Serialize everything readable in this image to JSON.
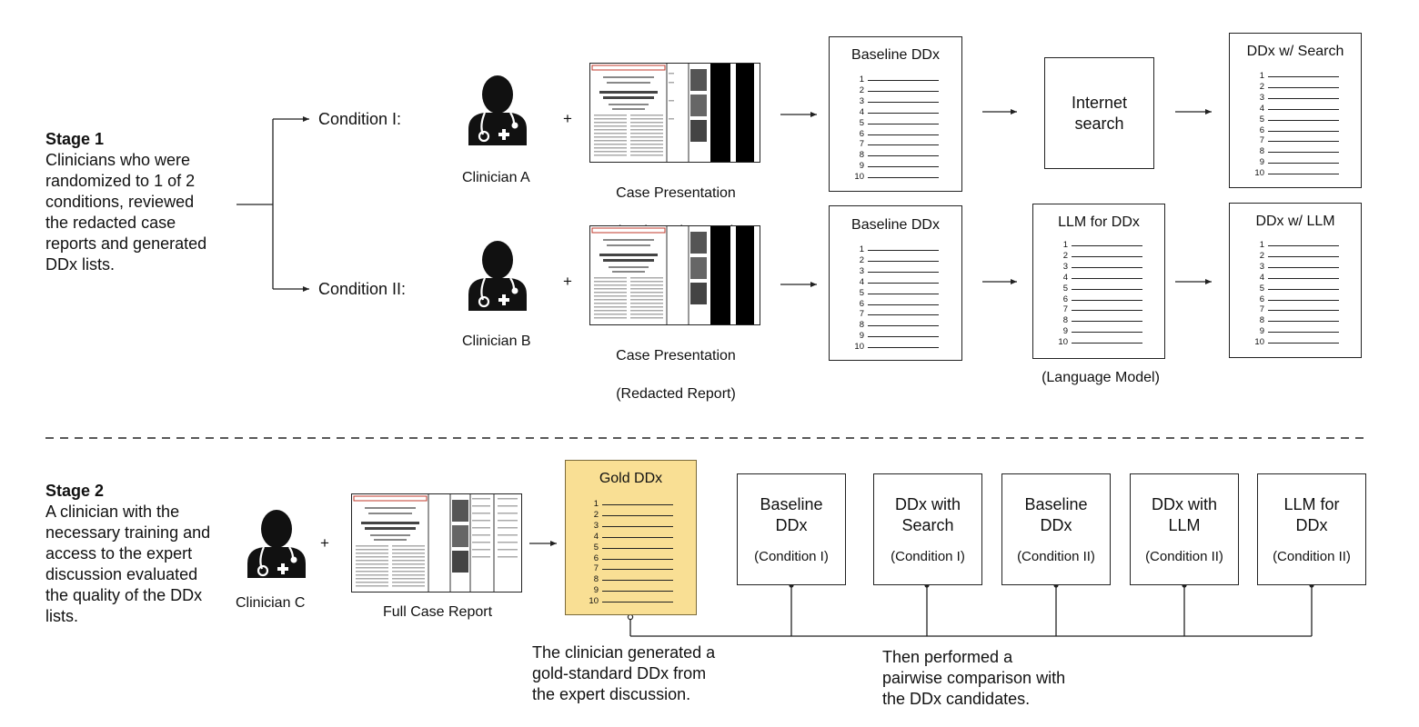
{
  "stage1": {
    "title": "Stage 1",
    "description": "Clinicians who were\nrandomized to 1 of 2\nconditions, reviewed\nthe redacted case\nreports and generated\nDDx lists.",
    "condition1": "Condition I:",
    "condition2": "Condition II:",
    "clinicianA": "Clinician A",
    "clinicianB": "Clinician B",
    "plus": "+",
    "case_label_line1": "Case Presentation",
    "case_label_line2": "(Redacted Report)",
    "baseline_ddx": "Baseline DDx",
    "internet_search": "Internet\nsearch",
    "ddx_w_search": "DDx w/ Search",
    "llm_for_ddx": "LLM for DDx",
    "language_model": "(Language Model)",
    "ddx_w_llm": "DDx w/ LLM",
    "numbers": [
      "1",
      "2",
      "3",
      "4",
      "5",
      "6",
      "7",
      "8",
      "9",
      "10"
    ]
  },
  "stage2": {
    "title": "Stage 2",
    "description": "A clinician with the\nnecessary training and\naccess to the expert\ndiscussion evaluated\nthe quality of the DDx\nlists.",
    "clinicianC": "Clinician C",
    "plus": "+",
    "full_case_report": "Full Case Report",
    "gold_ddx": "Gold DDx",
    "gold_caption": "The clinician generated a\ngold-standard DDx from\nthe expert discussion.",
    "comparison_caption": "Then performed a\npairwise comparison with\nthe DDx candidates.",
    "candidates": [
      {
        "title": "Baseline\nDDx",
        "condition": "(Condition I)"
      },
      {
        "title": "DDx with\nSearch",
        "condition": "(Condition I)"
      },
      {
        "title": "Baseline\nDDx",
        "condition": "(Condition II)"
      },
      {
        "title": "DDx with\nLLM",
        "condition": "(Condition II)"
      },
      {
        "title": "LLM for\nDDx",
        "condition": "(Condition II)"
      }
    ]
  },
  "colors": {
    "gold_fill": "#f9df94",
    "gold_border": "#7a6a3a",
    "doc_red": "#c0392b",
    "line": "#222222"
  },
  "icons": {
    "clinician": "doctor-with-stethoscope-icon",
    "document": "case-report-thumbnail-icon"
  }
}
